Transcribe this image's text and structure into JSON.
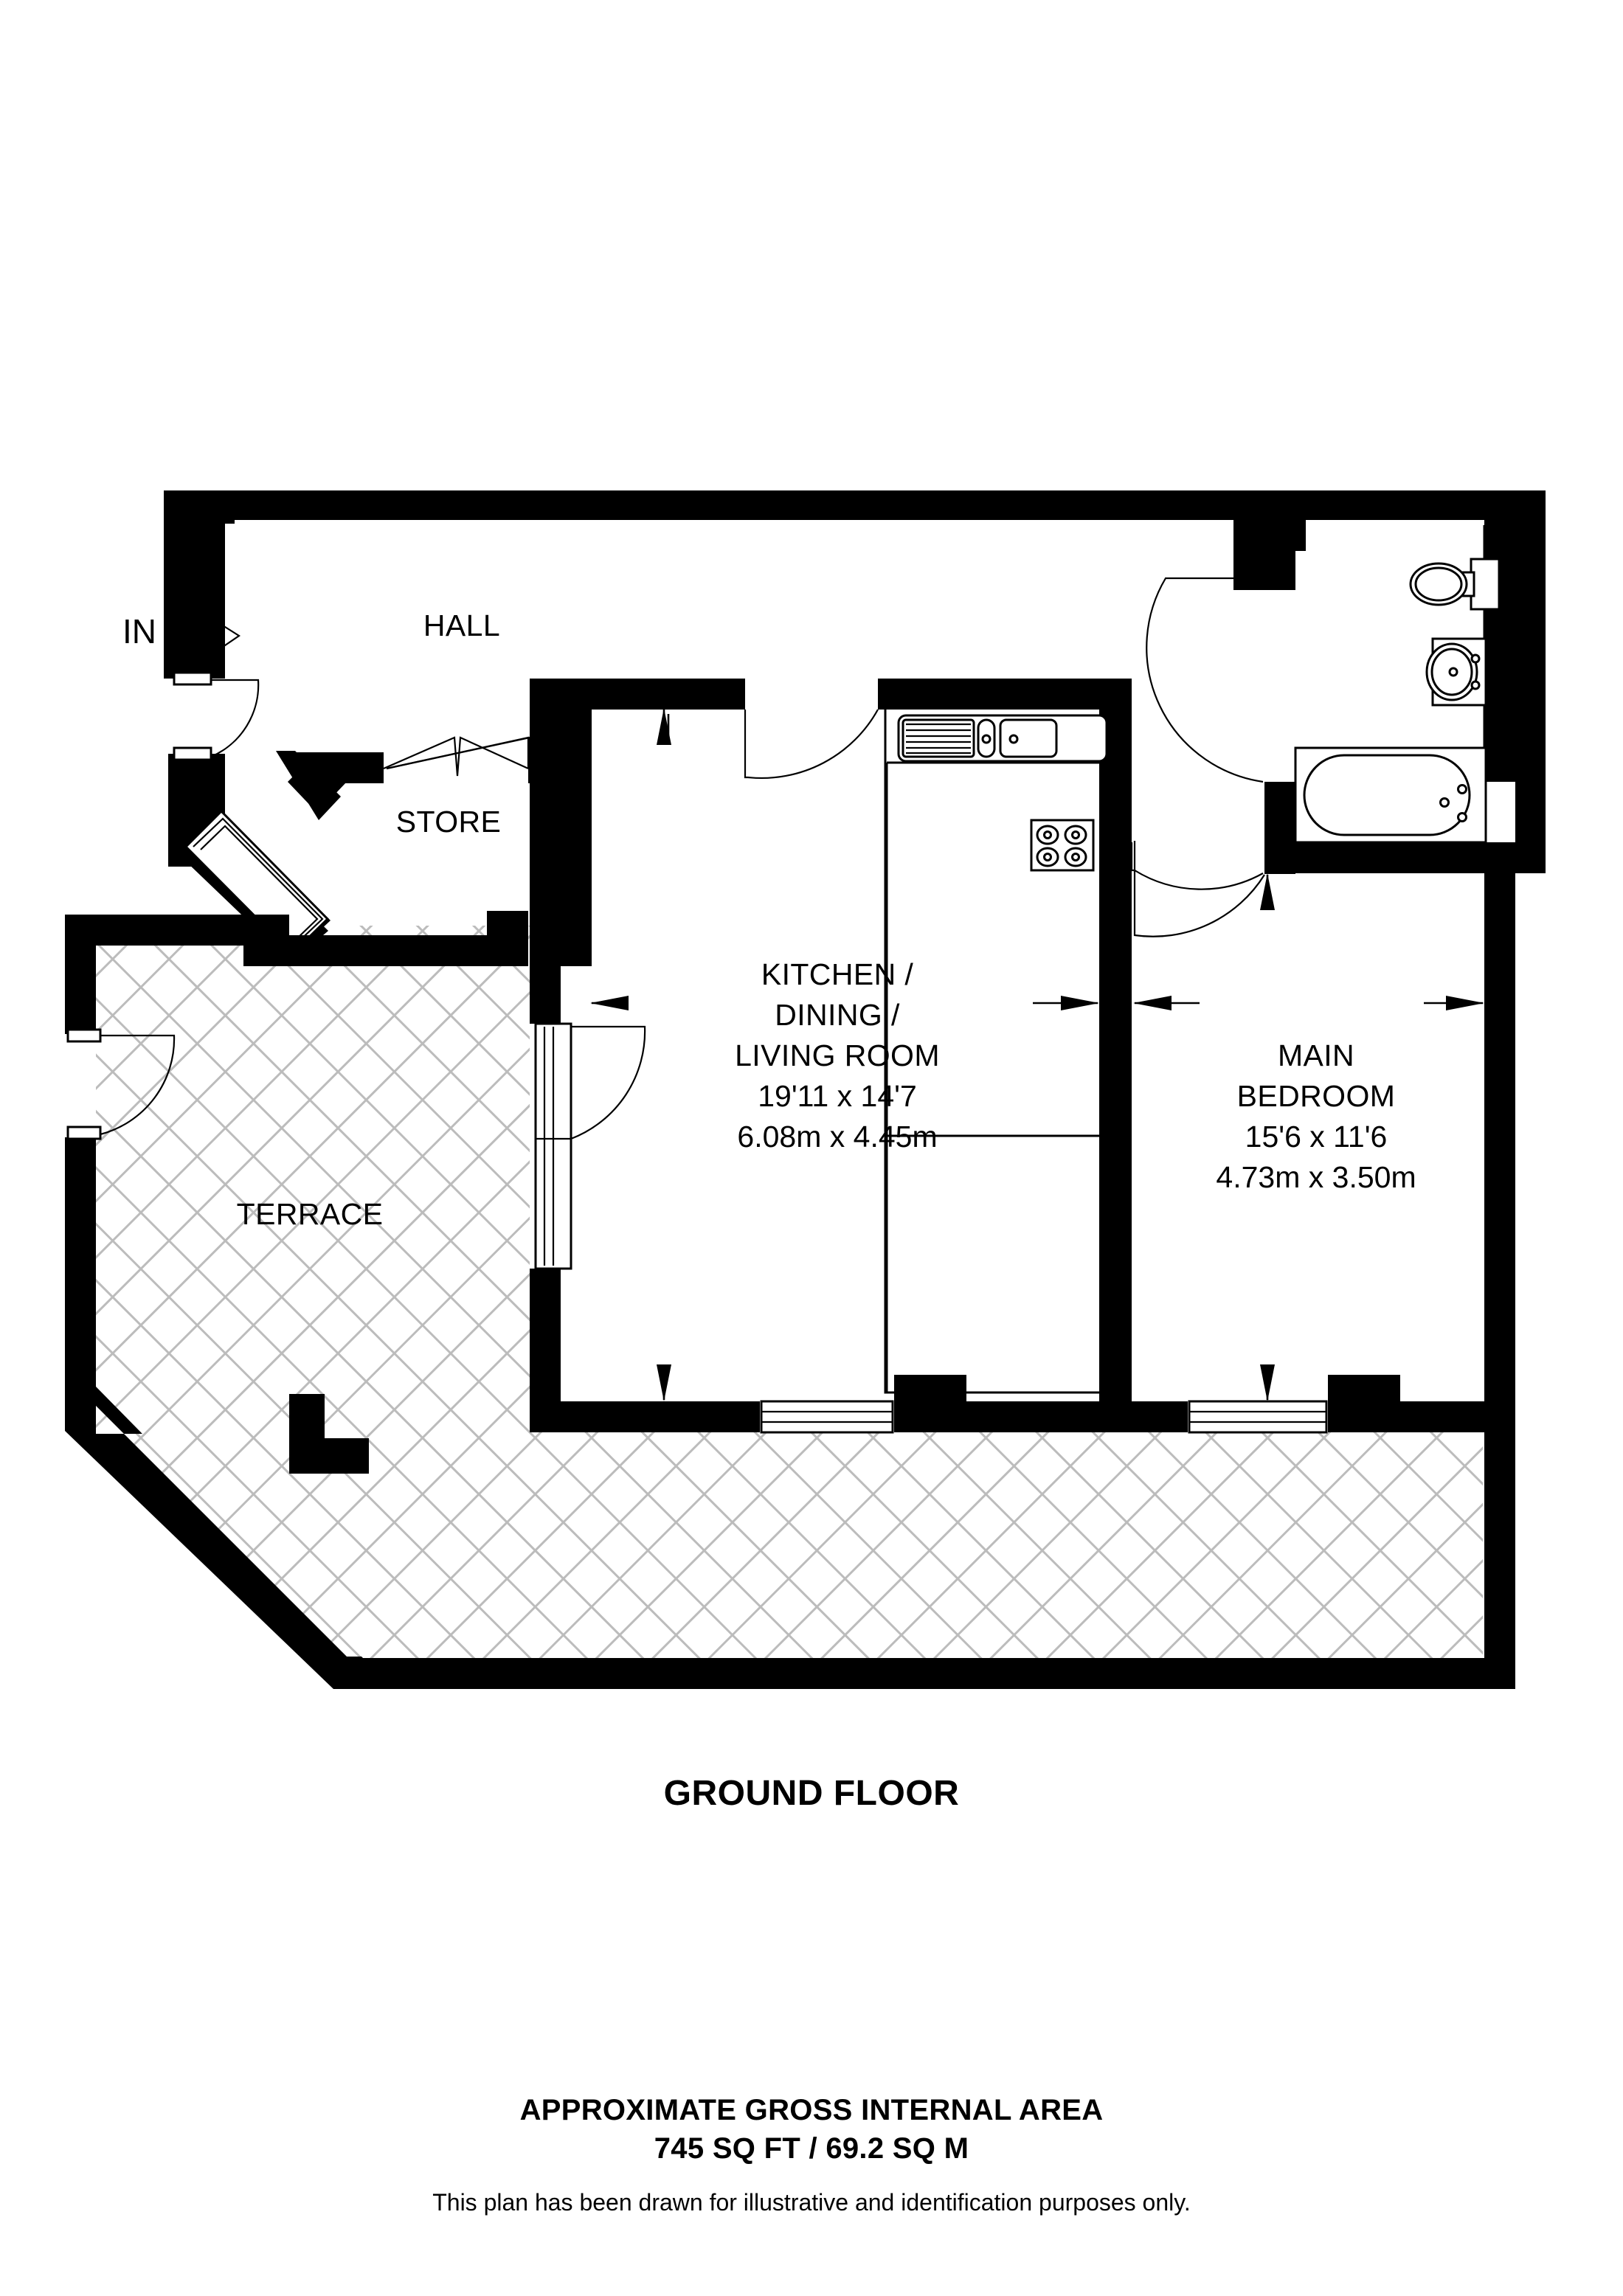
{
  "plan": {
    "floor_title": "GROUND FLOOR",
    "entry_label": "IN",
    "entry_icon": "arrow-right-icon",
    "rooms": [
      {
        "id": "hall",
        "name": "HALL",
        "lines": [
          "HALL"
        ]
      },
      {
        "id": "store",
        "name": "STORE",
        "lines": [
          "STORE"
        ]
      },
      {
        "id": "terrace",
        "name": "TERRACE",
        "lines": [
          "TERRACE"
        ]
      },
      {
        "id": "kitchen-dining-living",
        "name": "KITCHEN / DINING / LIVING ROOM",
        "lines": [
          "KITCHEN /",
          "DINING /",
          "LIVING ROOM",
          "19'11 x 14'7",
          "6.08m x 4.45m"
        ],
        "dimensions_imperial": "19'11 x 14'7",
        "dimensions_metric": "6.08m x 4.45m"
      },
      {
        "id": "main-bedroom",
        "name": "MAIN BEDROOM",
        "lines": [
          "MAIN",
          "BEDROOM",
          "15'6 x 11'6",
          "4.73m x 3.50m"
        ],
        "dimensions_imperial": "15'6 x 11'6",
        "dimensions_metric": "4.73m x 3.50m"
      }
    ],
    "fixtures": [
      {
        "id": "kitchen-sink",
        "name": "sink-icon"
      },
      {
        "id": "kitchen-hob",
        "name": "hob-icon"
      },
      {
        "id": "wc-toilet",
        "name": "toilet-icon"
      },
      {
        "id": "wc-basin",
        "name": "washbasin-icon"
      },
      {
        "id": "bathroom-bath",
        "name": "bathtub-icon"
      }
    ],
    "footer": {
      "area_heading": "APPROXIMATE GROSS INTERNAL AREA",
      "area_value": "745 SQ FT / 69.2 SQ M",
      "area_sqft": "745 SQ FT",
      "area_sqm": "69.2 SQ M",
      "disclaimer": "This plan has been drawn for illustrative and identification purposes only."
    },
    "colors": {
      "wall": "#000000",
      "background": "#ffffff",
      "hatch": "#bcbcbc",
      "text": "#000000"
    }
  }
}
